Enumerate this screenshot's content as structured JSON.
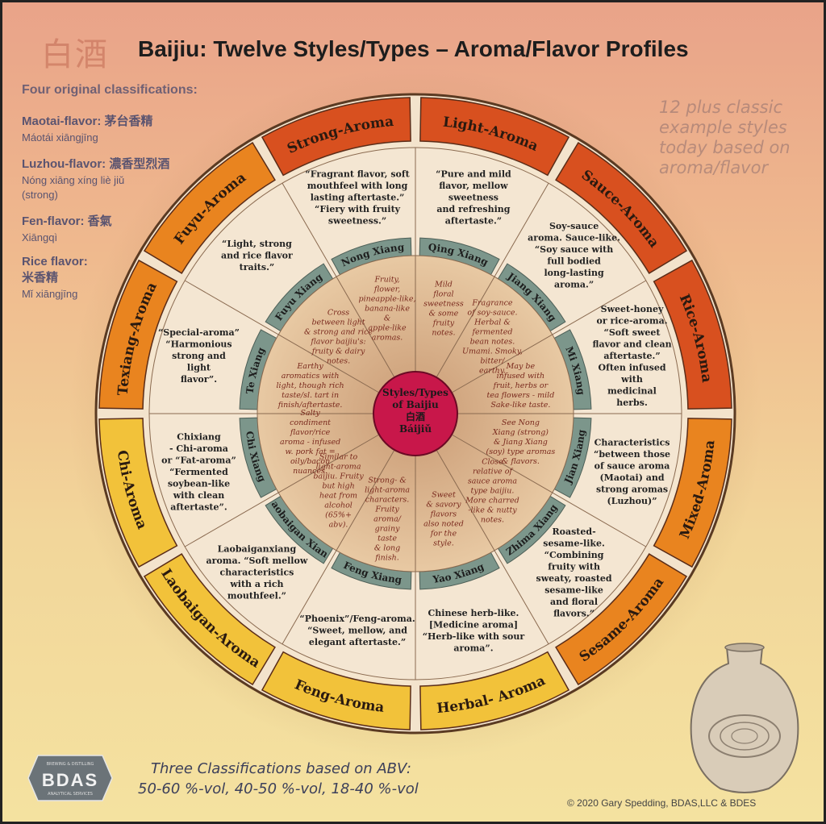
{
  "title_cn": "白酒",
  "title": "Baijiu: Twelve Styles/Types – Aroma/Flavor Profiles",
  "left_panel": {
    "heading": "Four original classifications:",
    "items": [
      {
        "name": "Maotai-flavor: 茅台香精",
        "sub": [
          "Máotái xiāngjīng"
        ]
      },
      {
        "name": "Luzhou-flavor: 濃香型烈酒",
        "sub": [
          "Nóng xiāng xíng liè jiǔ",
          "(strong)"
        ]
      },
      {
        "name": "Fen-flavor: 香氣",
        "sub": [
          "Xiāngqì"
        ]
      },
      {
        "name": "Rice flavor:",
        "name2": "米香精",
        "sub": [
          "Mǐ xiāngjīng"
        ]
      }
    ]
  },
  "right_note": [
    "12 plus classic",
    "example styles",
    "today based on",
    "aroma/flavor"
  ],
  "abv": {
    "title": "Three Classifications based on ABV:",
    "values": "50-60 %-vol, 40-50 %-vol, 18-40 %-vol"
  },
  "copyright": "© 2020 Gary Spedding, BDAS,LLC & BDES",
  "logo": {
    "top": "BREWING & DISTILLING",
    "name": "BDAS",
    "bottom": "ANALYTICAL SERVICES"
  },
  "center": [
    "Styles/Types",
    "of Baijiu",
    "白酒",
    "Báijiǔ"
  ],
  "colors": {
    "outer_red": "#d8501f",
    "outer_orange": "#e9841f",
    "outer_yellow": "#f2c23a",
    "ring_teal": "#7c968b",
    "center": "#c8174a",
    "note_text": "#7a2a1e"
  },
  "styles": [
    {
      "aroma": "Light-Aroma",
      "chinese": "Qing Xiang",
      "desc": [
        "“Pure and mild",
        "flavor, mellow",
        "sweetness",
        "and refreshing",
        "aftertaste.”"
      ],
      "notes": [
        "Mild",
        "floral",
        "sweetness",
        "& some",
        "fruity",
        "notes."
      ]
    },
    {
      "aroma": "Sauce-Aroma",
      "chinese": "Jiang Xiang",
      "desc": [
        "Soy-sauce",
        "aroma. Sauce-like.",
        "“Soy sauce with",
        "full bodied",
        "long-lasting",
        "aroma.”"
      ],
      "notes": [
        "Fragrance",
        "of soy-sauce.",
        "Herbal &",
        "fermented",
        "bean notes.",
        "Umami. Smoky,",
        "bitter/",
        "earthy."
      ]
    },
    {
      "aroma": "Rice-Aroma",
      "chinese": "Mi Xiang",
      "desc": [
        "Sweet-honey",
        "or rice-aroma.",
        "“Soft sweet",
        "flavor and clean",
        "aftertaste.”",
        "Often infused",
        "with",
        "medicinal",
        "herbs."
      ],
      "notes": [
        "May be",
        "infused with",
        "fruit, herbs or",
        "tea flowers - mild",
        "Sake-like taste."
      ]
    },
    {
      "aroma": "Mixed-Aroma",
      "chinese": "Jian Xiang",
      "desc": [
        "Characteristics",
        "“between those",
        "of sauce aroma",
        "(Maotai) and",
        "strong aromas",
        "(Luzhou)”"
      ],
      "notes": [
        "See Nong",
        "Xiang (strong)",
        "& Jiang Xiang",
        "(soy) type aromas",
        "& flavors."
      ]
    },
    {
      "aroma": "Sesame-Aroma",
      "chinese": "Zhima Xiang",
      "desc": [
        "Roasted-",
        "sesame-like.",
        "“Combining",
        "fruity with",
        "sweaty, roasted",
        "sesame-like",
        "and floral",
        "flavors.”"
      ],
      "notes": [
        "Close",
        "relative of",
        "sauce aroma",
        "type baijiu.",
        "More charred",
        "-like & nutty",
        "notes."
      ]
    },
    {
      "aroma": "Herbal- Aroma",
      "chinese": "Yao Xiang",
      "desc": [
        "Chinese herb-like.",
        "[Medicine aroma]",
        "“Herb-like with sour",
        "aroma”."
      ],
      "notes": [
        "Sweet",
        "& savory",
        "flavors",
        "also noted",
        "for the",
        "style."
      ]
    },
    {
      "aroma": "Feng-Aroma",
      "chinese": "Feng Xiang",
      "desc": [
        "“Phoenix”/Feng-aroma.",
        "“Sweet, mellow, and",
        "elegant aftertaste.”"
      ],
      "notes": [
        "Strong- &",
        "light-aroma",
        "characters.",
        "Fruity",
        "aroma/",
        "grainy",
        "taste",
        "& long",
        "finish."
      ]
    },
    {
      "aroma": "Laobaigan-Aroma",
      "chinese": "Laobaigan Xiang",
      "desc": [
        "Laobaiganxiang",
        "aroma. “Soft mellow",
        "characteristics",
        "with a rich",
        "mouthfeel.”"
      ],
      "notes": [
        "Similar to",
        "light-aroma",
        "baijiu. Fruity",
        "but high",
        "heat from",
        "alcohol",
        "(65%+",
        "abv)."
      ]
    },
    {
      "aroma": "Chi-Aroma",
      "chinese": "Chi Xiang",
      "desc": [
        "Chixiang",
        "- Chi-aroma",
        "or “Fat-aroma”",
        "“Fermented",
        "soybean-like",
        "with clean",
        "aftertaste”."
      ],
      "notes": [
        "Salty",
        "condiment",
        "flavor/rice",
        "aroma - infused",
        "w. pork fat =",
        "oily/bacon",
        "nuances."
      ]
    },
    {
      "aroma": "Texiang-Aroma",
      "chinese": "Te Xiang",
      "desc": [
        "“Special-aroma”",
        "“Harmonious",
        "strong and",
        "light",
        "flavor”."
      ],
      "notes": [
        "Earthy",
        "aromatics with",
        "light, though rich",
        "taste/sl. tart in",
        "finish/aftertaste."
      ]
    },
    {
      "aroma": "Fuyu-Aroma",
      "chinese": "Fuyu Xiang",
      "desc": [
        "“Light, strong",
        "and rice flavor",
        "traits.”"
      ],
      "notes": [
        "Cross",
        "between light",
        "& strong and rice",
        "flavor baijiu's:",
        "fruity & dairy",
        "notes."
      ]
    },
    {
      "aroma": "Strong-Aroma",
      "chinese": "Nong Xiang",
      "desc": [
        "“Fragrant flavor, soft",
        "mouthfeel with long",
        "lasting aftertaste.”",
        "“Fiery with fruity",
        "sweetness.”"
      ],
      "notes": [
        "Fruity,",
        "flower,",
        "pineapple-like,",
        "banana-like",
        "&",
        "apple-like",
        "aromas."
      ]
    }
  ]
}
